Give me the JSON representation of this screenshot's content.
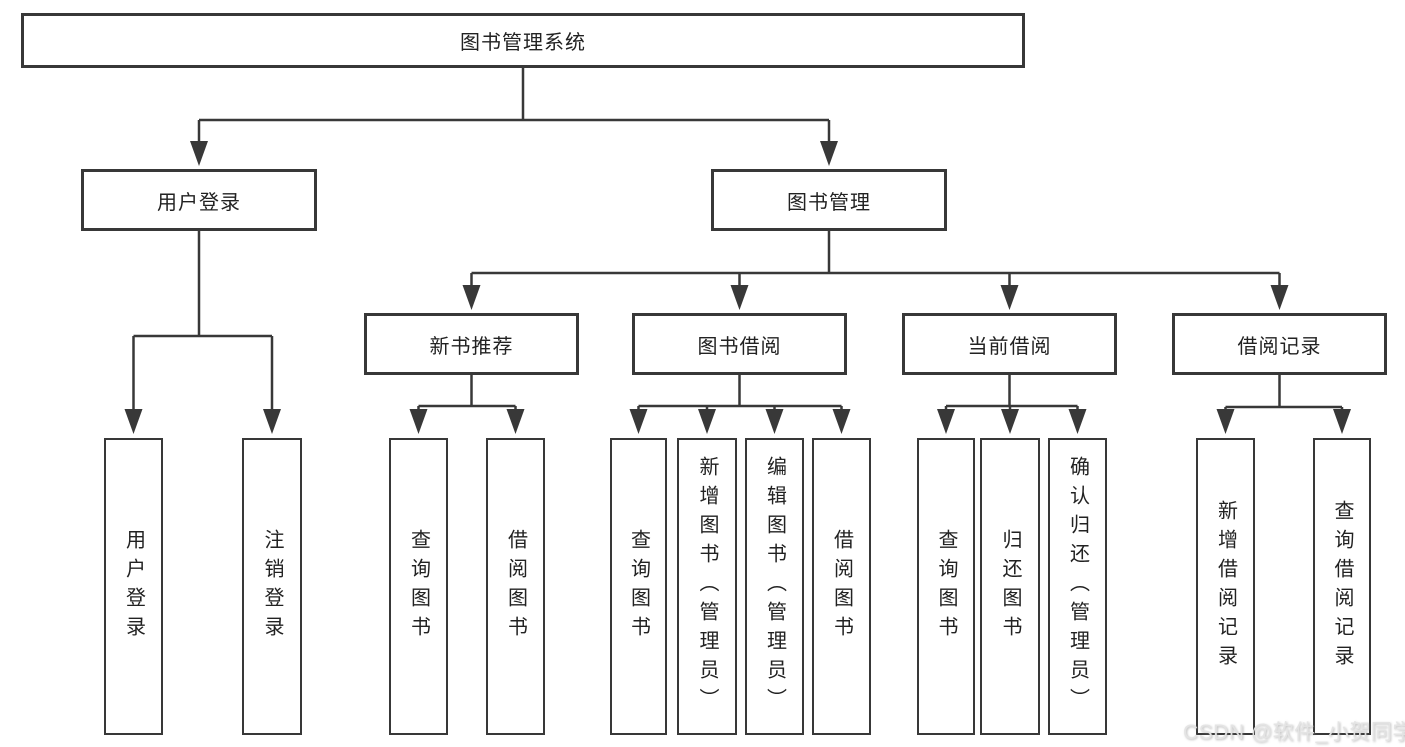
{
  "nodes": {
    "root": "图书管理系统",
    "user_login": "用户登录",
    "book_mgmt": "图书管理",
    "new_book_rec": "新书推荐",
    "book_borrow": "图书借阅",
    "current_borrow": "当前借阅",
    "borrow_record": "借阅记录"
  },
  "leaves": {
    "user_login_children": [
      "用户登录",
      "注销登录"
    ],
    "new_book_rec_children": [
      "查询图书",
      "借阅图书"
    ],
    "book_borrow_children": [
      "查询图书",
      "新增图书（管理员）",
      "编辑图书（管理员）",
      "借阅图书"
    ],
    "current_borrow_children": [
      "查询图书",
      "归还图书",
      "确认归还（管理员）"
    ],
    "borrow_record_children": [
      "新增借阅记录",
      "查询借阅记录"
    ]
  },
  "watermark": "CSDN @软件_小贺同学",
  "colors": {
    "line": "#383838",
    "text": "#222222",
    "background": "#ffffff",
    "watermark": "#e4e4e4"
  }
}
